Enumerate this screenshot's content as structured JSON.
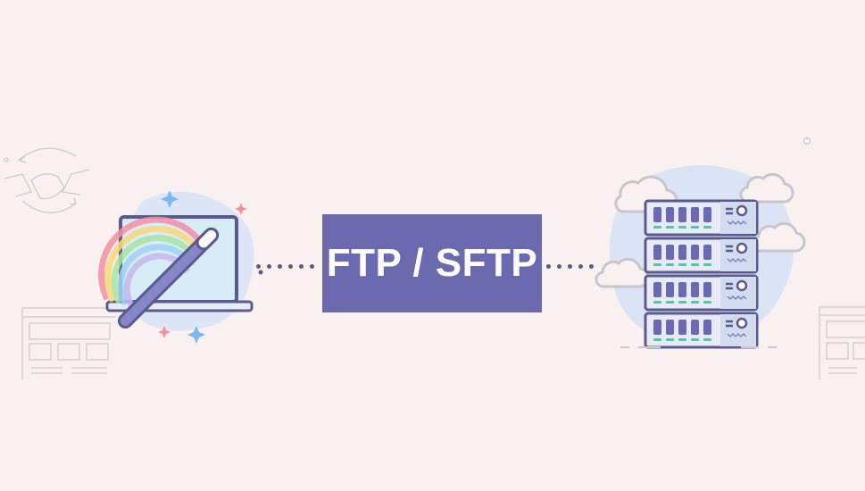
{
  "diagram": {
    "center_label": "FTP / SFTP",
    "left_node": {
      "name": "laptop-with-magic-wand",
      "icon": "laptop-rainbow-wand-icon"
    },
    "right_node": {
      "name": "server-rack",
      "icon": "server-stack-icon",
      "units": 4
    },
    "connectors": {
      "left_dots": 6,
      "right_dots": 5
    },
    "decorations": [
      "handshake-icon",
      "webpage-wireframe-icon",
      "cloud-icon"
    ]
  },
  "colors": {
    "background": "#f8f1ef",
    "label_box": "#6c6aae",
    "label_text": "#ffffff",
    "outline": "#5b5a8e",
    "accent_green": "#3fd0a6",
    "cloud_fill": "#dbe4f4"
  }
}
